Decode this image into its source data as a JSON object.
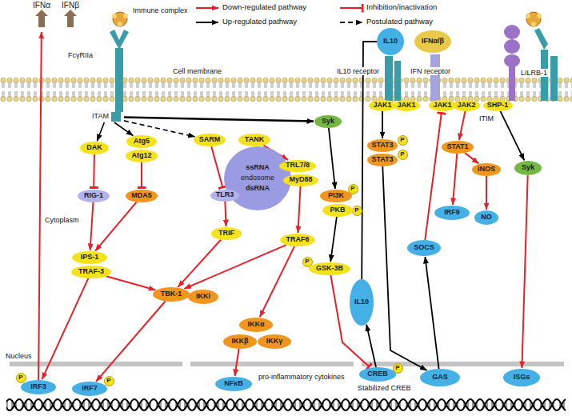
{
  "diagram": {
    "nodes": [
      {
        "text": [
          "IFNα"
        ]
      },
      {
        "text": [
          "IFNβ"
        ]
      },
      {
        "text": [
          "IL10"
        ]
      },
      {
        "text": [
          "IFNα/β"
        ]
      },
      {
        "text": [
          "ITAM"
        ]
      },
      {
        "text": [
          "DAK"
        ]
      },
      {
        "text": [
          "Atg5"
        ]
      },
      {
        "text": [
          "Atg12"
        ]
      },
      {
        "text": [
          "SARM"
        ]
      },
      {
        "text": [
          "TANK"
        ]
      },
      {
        "text": [
          "ssRNA",
          "endosome",
          "dsRNA"
        ]
      },
      {
        "text": [
          "TLR3"
        ]
      },
      {
        "text": [
          "TRL7/8"
        ]
      },
      {
        "text": [
          "MyD88"
        ]
      },
      {
        "text": [
          "Syk"
        ]
      },
      {
        "text": [
          "P"
        ]
      },
      {
        "text": [
          "PI3K"
        ]
      },
      {
        "text": [
          "P"
        ]
      },
      {
        "text": [
          "PKB"
        ]
      },
      {
        "text": [
          "RIG-1"
        ]
      },
      {
        "text": [
          "MDA5"
        ]
      },
      {
        "text": [
          "TRIF"
        ]
      },
      {
        "text": [
          "TRAF6"
        ]
      },
      {
        "text": [
          "IPS-1"
        ]
      },
      {
        "text": [
          "TRAF-3"
        ]
      },
      {
        "text": [
          "TBK-1"
        ]
      },
      {
        "text": [
          "IKKi"
        ]
      },
      {
        "text": [
          "IKKα"
        ]
      },
      {
        "text": [
          "IKKβ"
        ]
      },
      {
        "text": [
          "IKKγ"
        ]
      },
      {
        "text": [
          "P"
        ]
      },
      {
        "text": [
          "GSK-3B"
        ]
      },
      {
        "text": [
          "IL10"
        ]
      },
      {
        "text": [
          "JAK1"
        ]
      },
      {
        "text": [
          "JAK1"
        ]
      },
      {
        "text": [
          "JAK1"
        ]
      },
      {
        "text": [
          "JAK2"
        ]
      },
      {
        "text": [
          "SHP-1"
        ]
      },
      {
        "text": [
          "STAT3"
        ]
      },
      {
        "text": [
          "P"
        ]
      },
      {
        "text": [
          "STAT3"
        ]
      },
      {
        "text": [
          "P"
        ]
      },
      {
        "text": [
          "STAT1"
        ]
      },
      {
        "text": [
          "iNOS"
        ]
      },
      {
        "text": [
          "Syk"
        ]
      },
      {
        "text": [
          "IRF9"
        ]
      },
      {
        "text": [
          "NO"
        ]
      },
      {
        "text": [
          "SOCS"
        ]
      },
      {
        "text": [
          "P"
        ]
      },
      {
        "text": [
          "IRF3"
        ]
      },
      {
        "text": [
          "IRF7"
        ]
      },
      {
        "text": [
          "P"
        ]
      },
      {
        "text": [
          "NFκB"
        ]
      },
      {
        "text": [
          "CREB"
        ]
      },
      {
        "text": [
          "P"
        ]
      },
      {
        "text": [
          "GAS"
        ]
      },
      {
        "text": [
          "ISGs"
        ]
      }
    ],
    "edges": [
      {
        "from": 4,
        "to": 5,
        "arrow": "to"
      },
      {
        "from": 4,
        "to": 6,
        "arrow": "to"
      },
      {
        "from": 4,
        "to": 8,
        "arrow": "to"
      },
      {
        "from": 4,
        "to": 14,
        "arrow": "to"
      },
      {
        "from": 5,
        "to": 19,
        "arrow": "to"
      },
      {
        "from": 7,
        "to": 20,
        "arrow": "to"
      },
      {
        "from": 19,
        "to": 23,
        "arrow": "to"
      },
      {
        "from": 20,
        "to": 23,
        "arrow": "to"
      },
      {
        "from": 24,
        "to": 49,
        "arrow": "to"
      },
      {
        "from": 24,
        "to": 25,
        "arrow": "to"
      },
      {
        "from": 25,
        "to": 50,
        "arrow": "to"
      },
      {
        "from": 8,
        "to": 11,
        "arrow": "to"
      },
      {
        "from": 9,
        "to": 12,
        "arrow": "to"
      },
      {
        "from": 11,
        "to": 21,
        "arrow": "to"
      },
      {
        "from": 21,
        "to": 25,
        "arrow": "to"
      },
      {
        "from": 13,
        "to": 22,
        "arrow": "to"
      },
      {
        "from": 22,
        "to": 25,
        "arrow": "to"
      },
      {
        "from": 22,
        "to": 27,
        "arrow": "to"
      },
      {
        "from": 28,
        "to": 52,
        "arrow": "to"
      },
      {
        "from": 49,
        "to": 0,
        "arrow": "to"
      },
      {
        "from": 14,
        "to": 16,
        "arrow": "to"
      },
      {
        "from": 18,
        "to": 31,
        "arrow": "to"
      },
      {
        "from": 31,
        "to": 53,
        "arrow": "to"
      },
      {
        "from": 53,
        "to": 32,
        "arrow": "to"
      },
      {
        "from": 32,
        "to": 2,
        "arrow": "none"
      },
      {
        "from": 33,
        "to": 38,
        "arrow": "to"
      },
      {
        "from": 40,
        "to": 55,
        "arrow": "to"
      },
      {
        "from": 55,
        "to": 47,
        "arrow": "to"
      },
      {
        "from": 47,
        "to": 35,
        "arrow": "to"
      },
      {
        "from": 36,
        "to": 42,
        "arrow": "to"
      },
      {
        "from": 42,
        "to": 45,
        "arrow": "to"
      },
      {
        "from": 42,
        "to": 43,
        "arrow": "to"
      },
      {
        "from": 43,
        "to": 46,
        "arrow": "to"
      },
      {
        "from": 37,
        "to": 44,
        "arrow": "to"
      },
      {
        "from": 44,
        "to": 56,
        "arrow": "to"
      }
    ],
    "labels": [
      "Immune complex",
      "FcγRIIa",
      "Cell membrane",
      "IL10 receptor",
      "IFN receptor",
      "LILRB-1",
      "ITIM",
      "Cytoplasm",
      "Nucleus",
      "pro-inflammatory cytokines",
      "Stabilized CREB"
    ],
    "legend": [
      {
        "text": "Down-regulated pathway"
      },
      {
        "text": "Inhibition/inactivation"
      },
      {
        "text": "Up-regulated pathway"
      },
      {
        "text": "Postulated pathway"
      }
    ]
  }
}
